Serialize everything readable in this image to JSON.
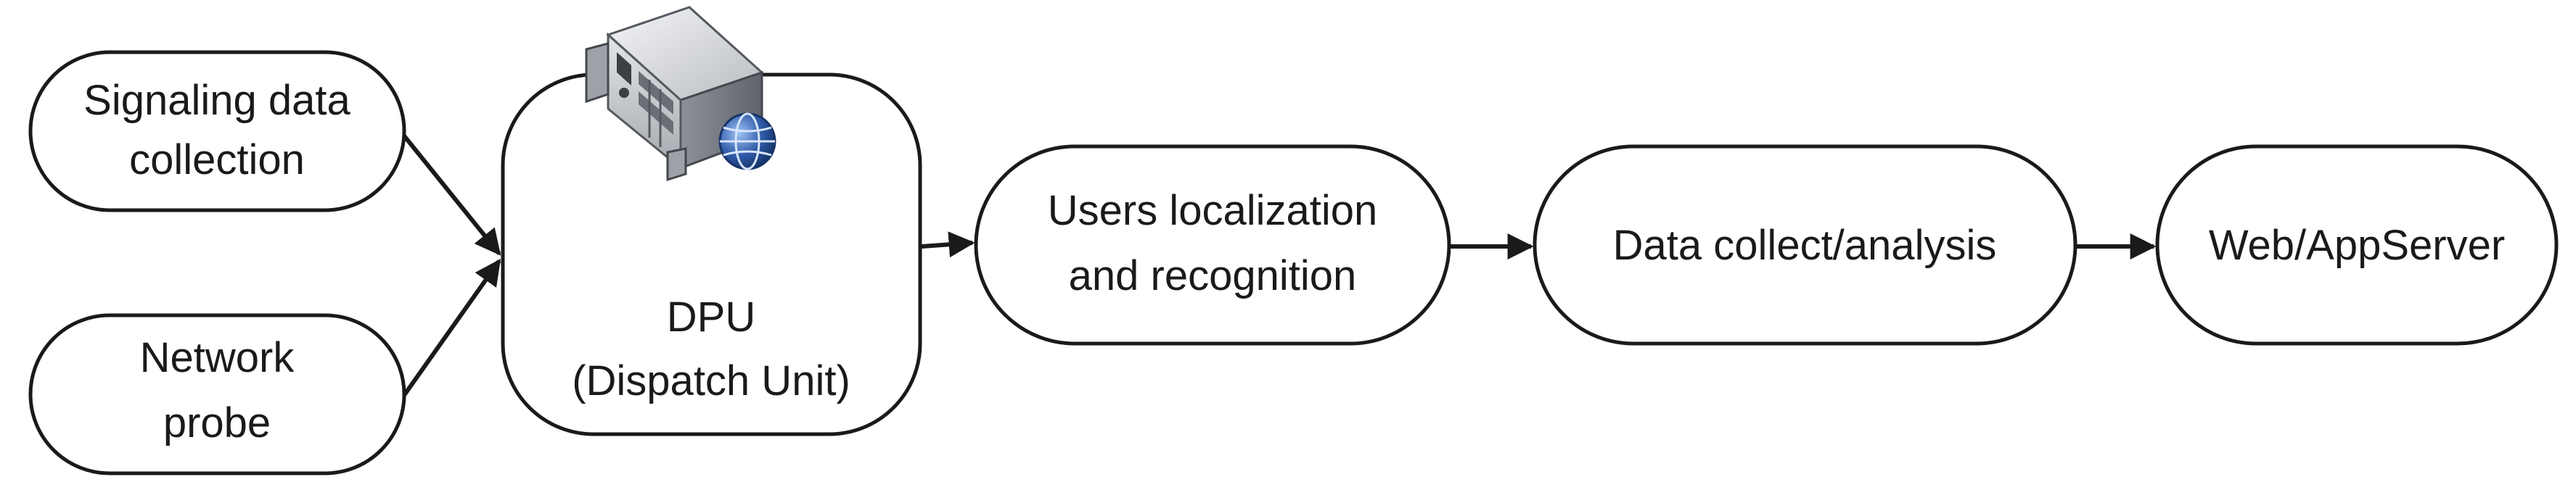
{
  "nodes": {
    "signaling": {
      "line1": "Signaling data",
      "line2": "collection"
    },
    "probe": {
      "line1": "Network",
      "line2": "probe"
    },
    "dpu": {
      "line1": "DPU",
      "line2": "(Dispatch Unit)"
    },
    "users": {
      "line1": "Users localization",
      "line2": "and recognition"
    },
    "collect": {
      "label": "Data collect/analysis"
    },
    "web": {
      "label": "Web/AppServer"
    }
  },
  "icons": {
    "dpu_icon": "server-globe-icon"
  },
  "colors": {
    "stroke": "#1a1a1a",
    "background": "#ffffff",
    "globe": "#2e5aa8"
  }
}
